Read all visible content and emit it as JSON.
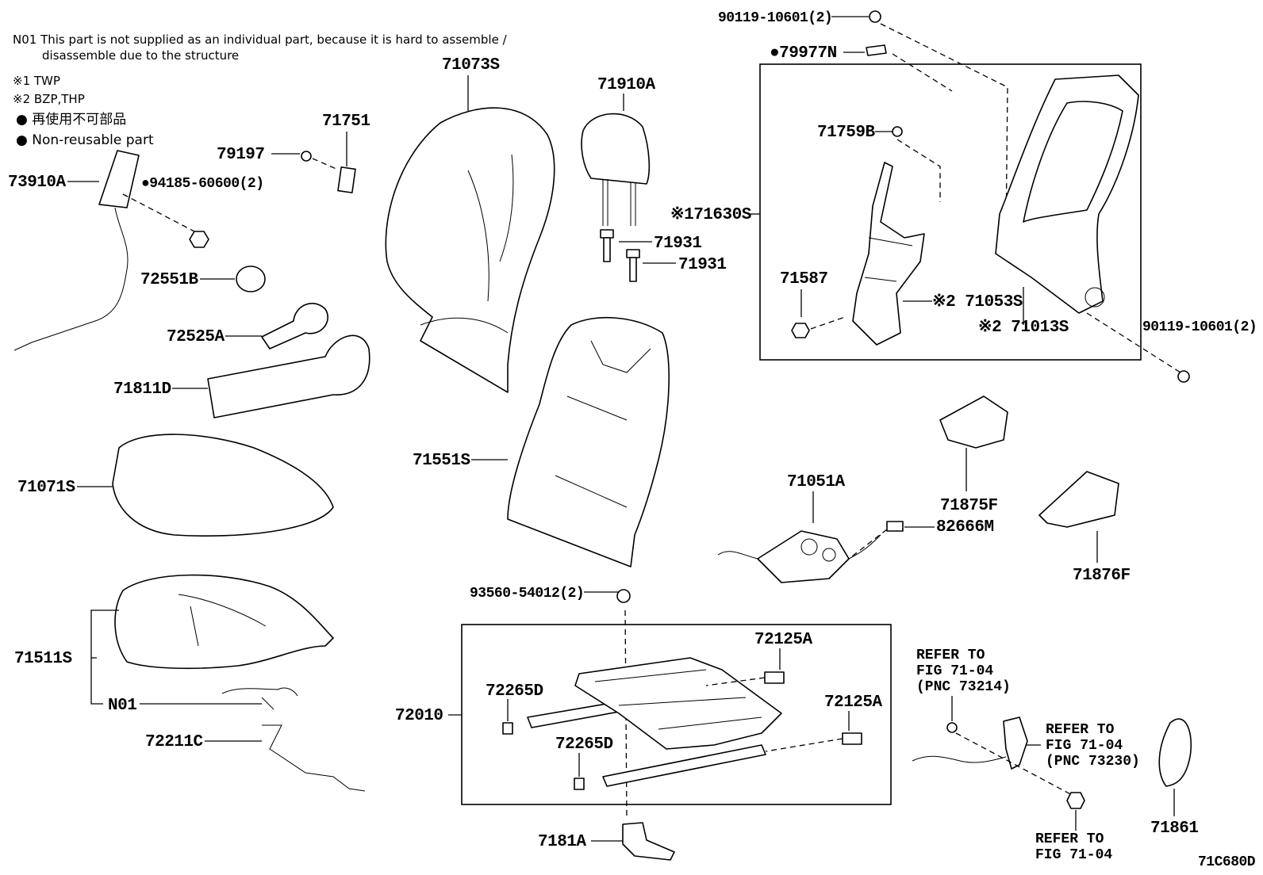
{
  "notes": {
    "n01_line1": "N01 This part is not supplied as an individual part, because it is hard to assemble /",
    "n01_line2": "disassemble due to the structure",
    "mark1": "※1 TWP",
    "mark2": "※2 BZP,THP",
    "reuse_jp": "● 再使用不可部品",
    "reuse_en": "● Non-reusable part"
  },
  "parts": {
    "p71073S": "71073S",
    "p71910A": "71910A",
    "p71751": "71751",
    "p79197": "79197",
    "p73910A": "73910A",
    "p94185": "●94185-60600(2)",
    "p72551B": "72551B",
    "p72525A": "72525A",
    "p71811D": "71811D",
    "p71071S": "71071S",
    "p71511S": "71511S",
    "pN01": "N01",
    "p72211C": "72211C",
    "p71931a": "71931",
    "p71931b": "71931",
    "p71551S": "71551S",
    "p93560": "93560-54012(2)",
    "p72010": "72010",
    "p72265Da": "72265D",
    "p72265Db": "72265D",
    "p72125Aa": "72125A",
    "p72125Ab": "72125A",
    "p7181A": "7181A",
    "p90119a": "90119-10601(2)",
    "p79977N": "●79977N",
    "p71759B": "71759B",
    "p71630S": "※171630S",
    "p71587": "71587",
    "p71053S": "※2 71053S",
    "p71013S": "※2 71013S",
    "p90119b": "90119-10601(2)",
    "p71051A": "71051A",
    "p71875F": "71875F",
    "p82666M": "82666M",
    "p71876F": "71876F",
    "p71861": "71861",
    "diagram_code": "71C680D"
  },
  "refs": {
    "r1": [
      "REFER TO",
      "FIG 71-04",
      "(PNC 73214)"
    ],
    "r2": [
      "REFER TO",
      "FIG 71-04",
      "(PNC 73230)"
    ],
    "r3": [
      "REFER TO",
      "FIG 71-04"
    ]
  }
}
